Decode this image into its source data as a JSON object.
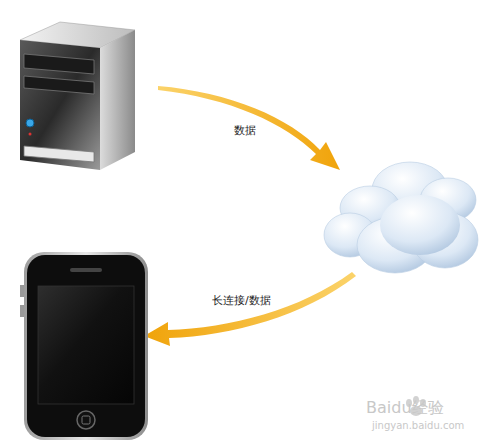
{
  "diagram": {
    "labels": [
      "数据",
      "长连接/数据",
      "Baidu经验",
      "jingyan.baidu.com"
    ]
  }
}
